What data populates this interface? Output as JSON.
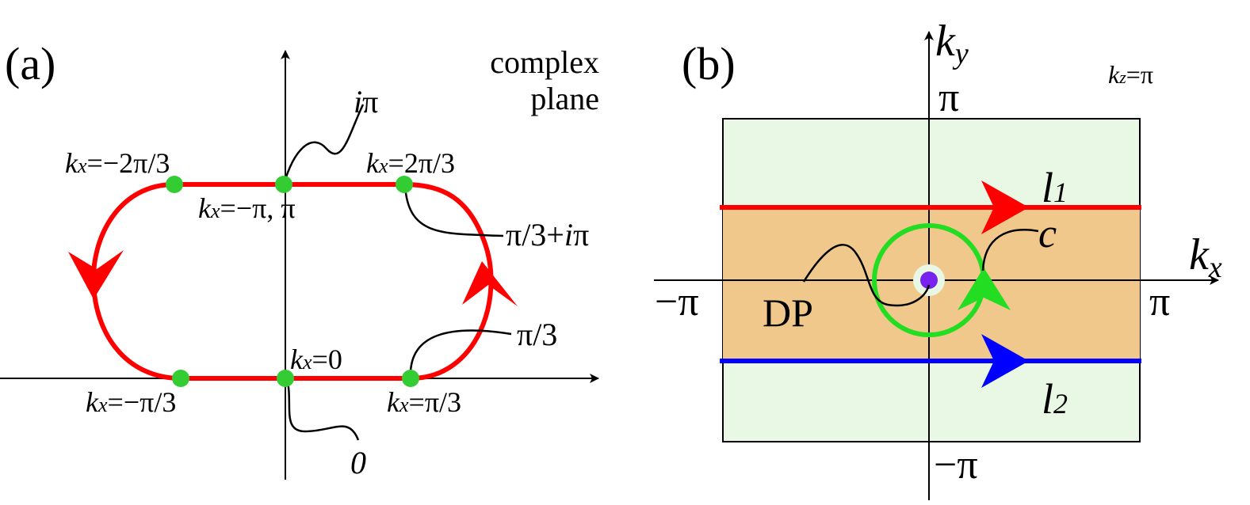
{
  "panel_a": {
    "label": "(a)",
    "title_line1": "complex",
    "title_line2": "plane",
    "annotations": {
      "i_pi": "i",
      "i_pi_pi": "π",
      "pi_third_plus_i_pi": "π/3+",
      "pi_third_plus_i_pi_i": "i",
      "pi_third_plus_i_pi_pi": "π",
      "pi_third": "π/3",
      "zero": "0"
    },
    "points": {
      "kx_minus_2pi3": {
        "var": "k",
        "sub": "x",
        "val": "=−2π/3"
      },
      "kx_pi": {
        "var": "k",
        "sub": "x",
        "val": "=−π, π"
      },
      "kx_2pi3": {
        "var": "k",
        "sub": "x",
        "val": "=2π/3"
      },
      "kx_0": {
        "var": "k",
        "sub": "x",
        "val": "=0"
      },
      "kx_minus_pi3": {
        "var": "k",
        "sub": "x",
        "val": "=−π/3"
      },
      "kx_pi3": {
        "var": "k",
        "sub": "x",
        "val": "=π/3"
      }
    },
    "colors": {
      "contour": "#ff0000",
      "point": "#33cc33",
      "axis": "#000000"
    }
  },
  "panel_b": {
    "label": "(b)",
    "kz_label": {
      "var": "k",
      "sub": "z",
      "val": "=π"
    },
    "axis_x": {
      "var": "k",
      "sub": "x"
    },
    "axis_y": {
      "var": "k",
      "sub": "y"
    },
    "ticks": {
      "pi_top": "π",
      "minus_pi_bottom": "−π",
      "minus_pi_left": "−π",
      "pi_right": "π"
    },
    "line_l1": {
      "var": "l",
      "sub": "1"
    },
    "line_l2": {
      "var": "l",
      "sub": "2"
    },
    "loop_c": "c",
    "dirac_point": "DP",
    "colors": {
      "outer_region": "#e8f8e4",
      "band_region": "#f0c88c",
      "l1": "#ff0000",
      "l2": "#0000ff",
      "loop": "#22dd22",
      "dirac_point": "#7722ee",
      "dirac_halo": "#e8f8e4"
    }
  }
}
